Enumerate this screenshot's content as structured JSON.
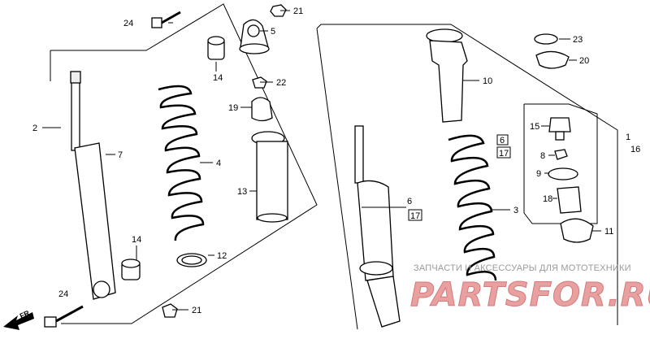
{
  "labels": {
    "p24a": "24",
    "p21a": "21",
    "p5": "5",
    "p14a": "14",
    "p22": "22",
    "p2": "2",
    "p7": "7",
    "p19": "19",
    "p4": "4",
    "p13": "13",
    "p12": "12",
    "p14b": "14",
    "p24b": "24",
    "p21b": "21",
    "p10": "10",
    "p23": "23",
    "p20": "20",
    "p15": "15",
    "p6a": "6",
    "p17a": "17",
    "p8": "8",
    "p9": "9",
    "p1": "1",
    "p16": "16",
    "p18": "18",
    "p11": "11",
    "p6b": "6",
    "p17b": "17",
    "p3": "3"
  },
  "direction": {
    "text": "FR."
  },
  "watermark": {
    "caption": "ЗАПЧАСТИ И АКСЕССУАРЫ ДЛЯ МОТОТЕХНИКИ",
    "logo": "PARTSFOR.RU"
  }
}
